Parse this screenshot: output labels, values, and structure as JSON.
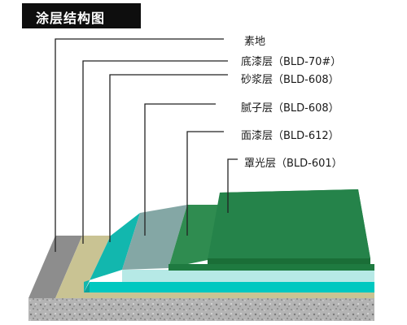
{
  "title": "涂层结构图",
  "layers": [
    {
      "label": "素地",
      "color": "#8d8d8d"
    },
    {
      "label": "底漆层（BLD-70#）",
      "color": "#c9c393"
    },
    {
      "label": "砂浆层（BLD-608）",
      "color": "#12b7ae"
    },
    {
      "label": "腻子层（BLD-608）",
      "color": "#84a7a5"
    },
    {
      "label": "面漆层（BLD-612）",
      "color": "#2f8c50"
    },
    {
      "label": "罩光层（BLD-601）",
      "color": "#1d7a3c"
    }
  ]
}
